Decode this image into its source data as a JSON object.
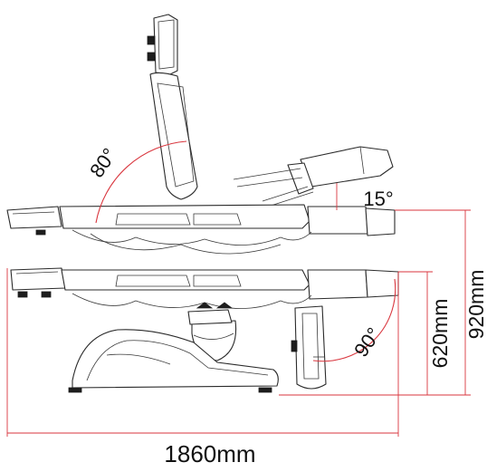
{
  "labels": {
    "back_angle": "80°",
    "leg_angle": "15°",
    "leg_drop_angle": "90°",
    "min_height": "620mm",
    "max_height": "920mm",
    "total_length": "1860mm"
  },
  "colors": {
    "outline": "#2b2b2b",
    "dimension": "#d9363e",
    "background": "#ffffff"
  }
}
